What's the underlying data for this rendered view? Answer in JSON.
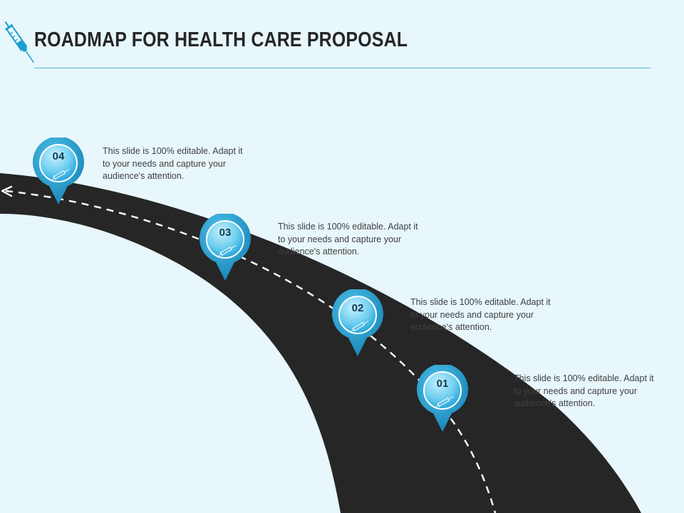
{
  "slide": {
    "title": "ROADMAP FOR HEALTH CARE PROPOSAL"
  },
  "icons": {
    "header": "syringe-icon",
    "pin": "syringe-icon",
    "road_arrow": "arrow-left-icon"
  },
  "colors": {
    "background": "#e8f7fc",
    "road": "#262626",
    "road_stripe": "#ffffff",
    "pin": "#29a3d4",
    "accent_line": "#45b8d9",
    "title": "#262626",
    "body_text": "#404040"
  },
  "milestones": [
    {
      "number": "01",
      "text": "This slide is 100% editable. Adapt it to your needs and capture your audience's attention."
    },
    {
      "number": "02",
      "text": "This slide is 100% editable. Adapt it to your needs and capture your audience's attention."
    },
    {
      "number": "03",
      "text": "This slide is 100% editable. Adapt it to your needs and capture your audience's attention."
    },
    {
      "number": "04",
      "text": "This slide is 100% editable. Adapt it to your needs and capture your audience's attention."
    }
  ]
}
